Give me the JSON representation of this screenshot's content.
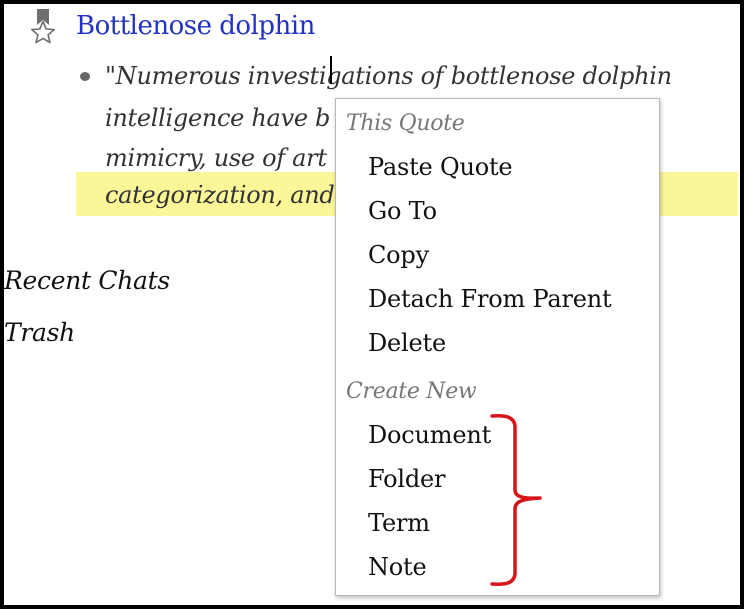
{
  "topic": {
    "title": "Bottlenose dolphin",
    "icon": "bookmark-star-icon"
  },
  "quote": {
    "lines": [
      "\"Numerous investigations of bottlenose dolphin",
      "intelligence have b",
      "mimicry, use of art",
      "categorization, and"
    ],
    "highlight_color": "#fbf697"
  },
  "sidebar": {
    "items": [
      "Recent Chats",
      "Trash"
    ]
  },
  "context_menu": {
    "this_quote_header": "This Quote",
    "this_quote_items": [
      "Paste Quote",
      "Go To",
      "Copy",
      "Detach From Parent",
      "Delete"
    ],
    "create_new_header": "Create New",
    "create_new_items": [
      "Document",
      "Folder",
      "Term",
      "Note"
    ]
  },
  "annotation": {
    "bracket_color": "#d8141a"
  },
  "colors": {
    "link": "#2233c4",
    "text": "#333333",
    "menu_header": "#777777"
  }
}
